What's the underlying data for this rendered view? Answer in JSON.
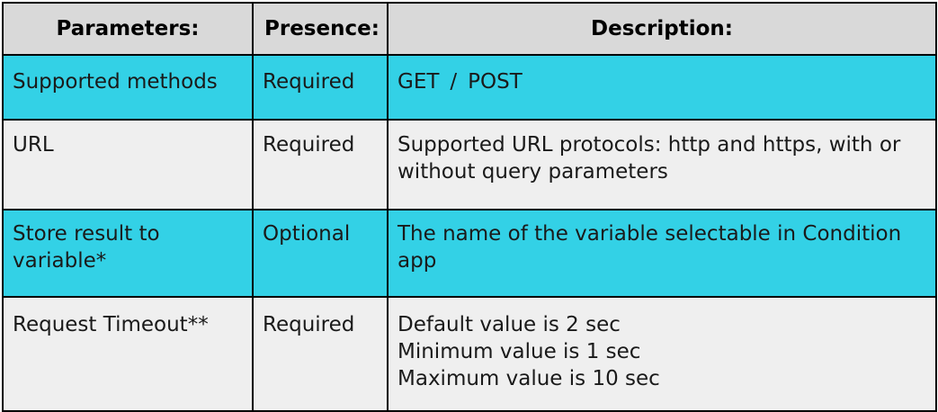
{
  "header": {
    "parameters": "Parameters:",
    "presence": "Presence:",
    "description": "Description:"
  },
  "rows": [
    {
      "parameter": "Supported methods",
      "presence": "Required",
      "description_parts": [
        "GET",
        "/",
        "POST"
      ]
    },
    {
      "parameter": "URL",
      "presence": "Required",
      "description_lines": [
        "Supported URL protocols: http and https, with or",
        "without query parameters"
      ]
    },
    {
      "parameter_lines": [
        "Store result to",
        "variable*"
      ],
      "presence": "Optional",
      "description_lines": [
        "The name of the variable selectable in Condition",
        "app"
      ]
    },
    {
      "parameter": "Request Timeout**",
      "presence": "Required",
      "description_lines": [
        "Default value is 2 sec",
        "Minimum value is 1 sec",
        "Maximum value is 10 sec"
      ]
    }
  ],
  "colors": {
    "header_bg": "#d9d9d9",
    "highlight_bg": "#33d1e6",
    "row_bg": "#efefef",
    "border": "#000000"
  }
}
